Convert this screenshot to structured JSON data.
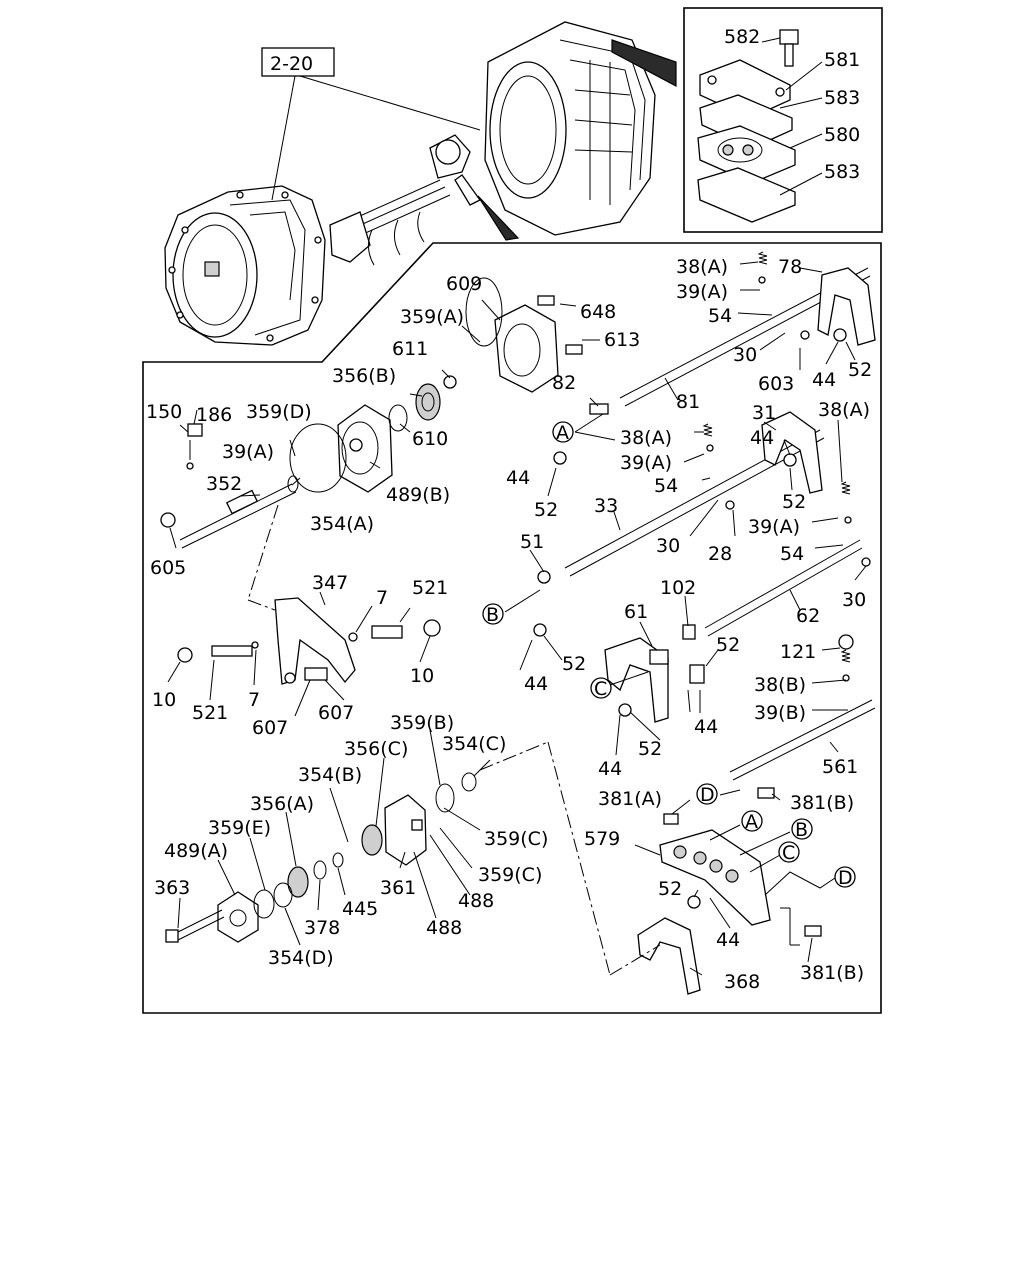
{
  "assembly_ref": "2-20",
  "callouts": [
    {
      "id": "c582",
      "text": "582"
    },
    {
      "id": "c581",
      "text": "581"
    },
    {
      "id": "c583a",
      "text": "583"
    },
    {
      "id": "c580",
      "text": "580"
    },
    {
      "id": "c583b",
      "text": "583"
    },
    {
      "id": "c38a1",
      "text": "38(A)"
    },
    {
      "id": "c78",
      "text": "78"
    },
    {
      "id": "c39a1",
      "text": "39(A)"
    },
    {
      "id": "c54a",
      "text": "54"
    },
    {
      "id": "c30a",
      "text": "30"
    },
    {
      "id": "c603",
      "text": "603"
    },
    {
      "id": "c44a",
      "text": "44"
    },
    {
      "id": "c52a",
      "text": "52"
    },
    {
      "id": "c609",
      "text": "609"
    },
    {
      "id": "c648",
      "text": "648"
    },
    {
      "id": "c359a1",
      "text": "359(A)"
    },
    {
      "id": "c613",
      "text": "613"
    },
    {
      "id": "c611",
      "text": "611"
    },
    {
      "id": "c356b1",
      "text": "356(B)"
    },
    {
      "id": "c82",
      "text": "82"
    },
    {
      "id": "c81",
      "text": "81"
    },
    {
      "id": "c186",
      "text": "186"
    },
    {
      "id": "c150",
      "text": "150"
    },
    {
      "id": "c359d",
      "text": "359(D)"
    },
    {
      "id": "c610",
      "text": "610"
    },
    {
      "id": "c31",
      "text": "31"
    },
    {
      "id": "c38a2",
      "text": "38(A)"
    },
    {
      "id": "c38a3",
      "text": "38(A)"
    },
    {
      "id": "c44b",
      "text": "44"
    },
    {
      "id": "c39a2",
      "text": "39(A)"
    },
    {
      "id": "c39a3",
      "text": "39(A)"
    },
    {
      "id": "c44c",
      "text": "44"
    },
    {
      "id": "c489b",
      "text": "489(B)"
    },
    {
      "id": "c54b",
      "text": "54"
    },
    {
      "id": "c52b",
      "text": "52"
    },
    {
      "id": "c352",
      "text": "352"
    },
    {
      "id": "c52c",
      "text": "52"
    },
    {
      "id": "c33",
      "text": "33"
    },
    {
      "id": "c354a",
      "text": "354(A)"
    },
    {
      "id": "c39a4",
      "text": "39(A)"
    },
    {
      "id": "c30b",
      "text": "30"
    },
    {
      "id": "c28",
      "text": "28"
    },
    {
      "id": "c51",
      "text": "51"
    },
    {
      "id": "c54c",
      "text": "54"
    },
    {
      "id": "c605",
      "text": "605"
    },
    {
      "id": "c347",
      "text": "347"
    },
    {
      "id": "c521a",
      "text": "521"
    },
    {
      "id": "c7a",
      "text": "7"
    },
    {
      "id": "c61",
      "text": "61"
    },
    {
      "id": "c102",
      "text": "102"
    },
    {
      "id": "c30c",
      "text": "30"
    },
    {
      "id": "c62",
      "text": "62"
    },
    {
      "id": "c52d",
      "text": "52"
    },
    {
      "id": "c121",
      "text": "121"
    },
    {
      "id": "c52e",
      "text": "52"
    },
    {
      "id": "c10a",
      "text": "10"
    },
    {
      "id": "c44d",
      "text": "44"
    },
    {
      "id": "c38b",
      "text": "38(B)"
    },
    {
      "id": "c10b",
      "text": "10"
    },
    {
      "id": "c521b",
      "text": "521"
    },
    {
      "id": "c7b",
      "text": "7"
    },
    {
      "id": "c607a",
      "text": "607"
    },
    {
      "id": "c607b",
      "text": "607"
    },
    {
      "id": "c39b",
      "text": "39(B)"
    },
    {
      "id": "c44e",
      "text": "44"
    },
    {
      "id": "c52f",
      "text": "52"
    },
    {
      "id": "c359b1",
      "text": "359(B)"
    },
    {
      "id": "c354c",
      "text": "354(C)"
    },
    {
      "id": "c356c",
      "text": "356(C)"
    },
    {
      "id": "c44f",
      "text": "44"
    },
    {
      "id": "c561",
      "text": "561"
    },
    {
      "id": "c354b",
      "text": "354(B)"
    },
    {
      "id": "c381a",
      "text": "381(A)"
    },
    {
      "id": "c381b1",
      "text": "381(B)"
    },
    {
      "id": "c356a",
      "text": "356(A)"
    },
    {
      "id": "c359c1",
      "text": "359(C)"
    },
    {
      "id": "c579",
      "text": "579"
    },
    {
      "id": "c359e",
      "text": "359(E)"
    },
    {
      "id": "c489a",
      "text": "489(A)"
    },
    {
      "id": "c359c2",
      "text": "359(C)"
    },
    {
      "id": "c361",
      "text": "361"
    },
    {
      "id": "c363",
      "text": "363"
    },
    {
      "id": "c445",
      "text": "445"
    },
    {
      "id": "c488a",
      "text": "488"
    },
    {
      "id": "c52g",
      "text": "52"
    },
    {
      "id": "c378",
      "text": "378"
    },
    {
      "id": "c44g",
      "text": "44"
    },
    {
      "id": "c488b",
      "text": "488"
    },
    {
      "id": "c354d",
      "text": "354(D)"
    },
    {
      "id": "c368",
      "text": "368"
    },
    {
      "id": "c381b2",
      "text": "381(B)"
    }
  ],
  "reference_markers": [
    {
      "id": "mA1",
      "text": "A"
    },
    {
      "id": "mB1",
      "text": "B"
    },
    {
      "id": "mC1",
      "text": "C"
    },
    {
      "id": "mD1",
      "text": "D"
    },
    {
      "id": "mA2",
      "text": "A"
    },
    {
      "id": "mB2",
      "text": "B"
    },
    {
      "id": "mC2",
      "text": "C"
    },
    {
      "id": "mD2",
      "text": "D"
    }
  ]
}
